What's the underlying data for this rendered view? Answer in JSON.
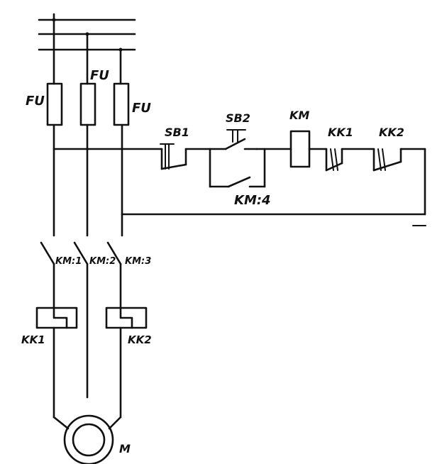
{
  "labels": {
    "fuse_left": "FU",
    "fuse_mid": "FU",
    "fuse_right": "FU",
    "sb1": "SB1",
    "sb2": "SB2",
    "km_coil": "KM",
    "kk1_contact": "KK1",
    "kk2_contact": "KK2",
    "km_aux": "KM:4",
    "km_main_1": "KM:1",
    "km_main_2": "KM:2",
    "km_main_3": "KM:3",
    "kk1_heater": "KK1",
    "kk2_heater": "KK2",
    "motor": "M"
  }
}
